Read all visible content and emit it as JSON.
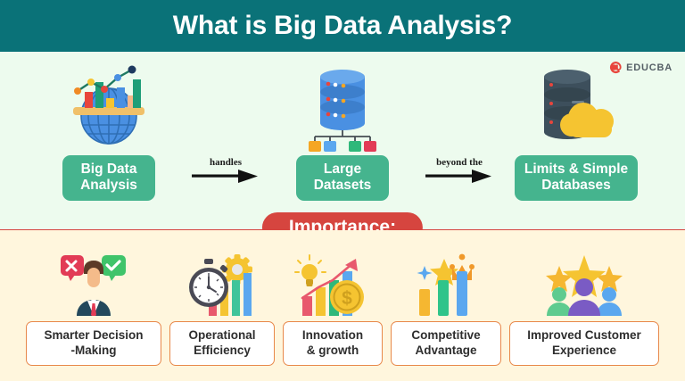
{
  "header": {
    "title": "What is Big Data Analysis?",
    "bg_color": "#0a7278",
    "text_color": "#ffffff"
  },
  "brand": {
    "name": "EDUCBA",
    "mark_icon": "educba-logo-icon",
    "mark_color": "#e8453c"
  },
  "flow_section": {
    "bg_color": "#edfbee",
    "nodes": [
      {
        "label": "Big Data\nAnalysis",
        "label_line1": "Big Data",
        "label_line2": "Analysis",
        "icon": "globe-bar-chart-icon",
        "box_color": "#45b48e"
      },
      {
        "label": "Large\nDatasets",
        "label_line1": "Large",
        "label_line2": "Datasets",
        "icon": "database-cylinder-icon",
        "box_color": "#45b48e"
      },
      {
        "label": "Limits & Simple\nDatabases",
        "label_line1": "Limits & Simple",
        "label_line2": "Databases",
        "icon": "server-cloud-icon",
        "box_color": "#45b48e"
      }
    ],
    "connectors": [
      {
        "label": "handles",
        "icon": "arrow-right-icon"
      },
      {
        "label": "beyond the",
        "icon": "arrow-right-icon"
      }
    ]
  },
  "divider": {
    "badge_text": "Importance:",
    "color": "#d6453f"
  },
  "importance_section": {
    "bg_color": "#fff6dd",
    "card_border_color": "#e8884a",
    "cards": [
      {
        "label_line1": "Smarter Decision",
        "label_line2": "-Making",
        "icon": "businessman-decision-icon"
      },
      {
        "label_line1": "Operational",
        "label_line2": "Efficiency",
        "icon": "stopwatch-gear-bars-icon"
      },
      {
        "label_line1": "Innovation",
        "label_line2": "& growth",
        "icon": "lightbulb-growth-coin-icon"
      },
      {
        "label_line1": "Competitive",
        "label_line2": "Advantage",
        "icon": "crown-bars-icon"
      },
      {
        "label_line1": "Improved Customer",
        "label_line2": "Experience",
        "icon": "stars-people-icon"
      }
    ]
  }
}
